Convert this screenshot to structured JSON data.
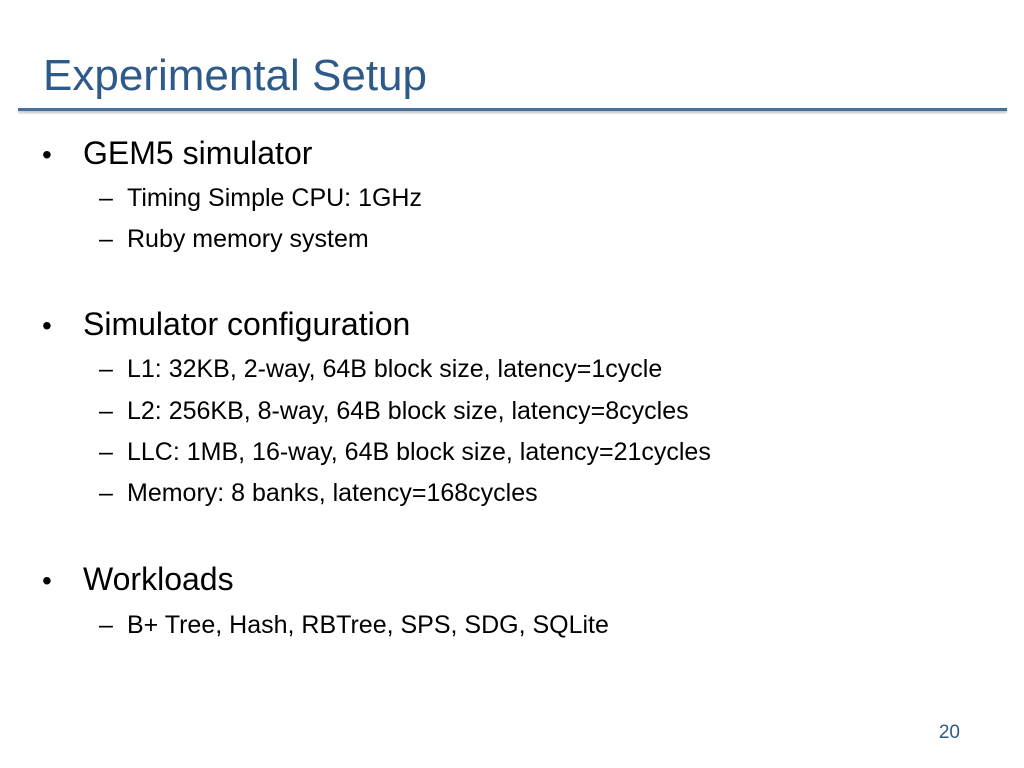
{
  "slide": {
    "title": "Experimental Setup",
    "page_number": "20",
    "sections": [
      {
        "bullet": "•",
        "text": "GEM5 simulator",
        "items": [
          {
            "marker": "–",
            "text": "Timing Simple CPU: 1GHz"
          },
          {
            "marker": "–",
            "text": "Ruby memory system"
          }
        ]
      },
      {
        "bullet": "•",
        "text": "Simulator configuration",
        "items": [
          {
            "marker": "–",
            "text": "L1: 32KB, 2-way, 64B block size, latency=1cycle"
          },
          {
            "marker": "–",
            "text": "L2: 256KB, 8-way, 64B block size, latency=8cycles"
          },
          {
            "marker": "–",
            "text": "LLC: 1MB, 16-way, 64B block size, latency=21cycles"
          },
          {
            "marker": "–",
            "text": "Memory: 8 banks, latency=168cycles"
          }
        ]
      },
      {
        "bullet": "•",
        "text": "Workloads",
        "items": [
          {
            "marker": "–",
            "text": "B+ Tree, Hash, RBTree, SPS, SDG, SQLite"
          }
        ]
      }
    ]
  },
  "colors": {
    "title": "#2e5a8a",
    "rule": "#4a6f9c",
    "body_text": "#000000",
    "background": "#ffffff"
  }
}
